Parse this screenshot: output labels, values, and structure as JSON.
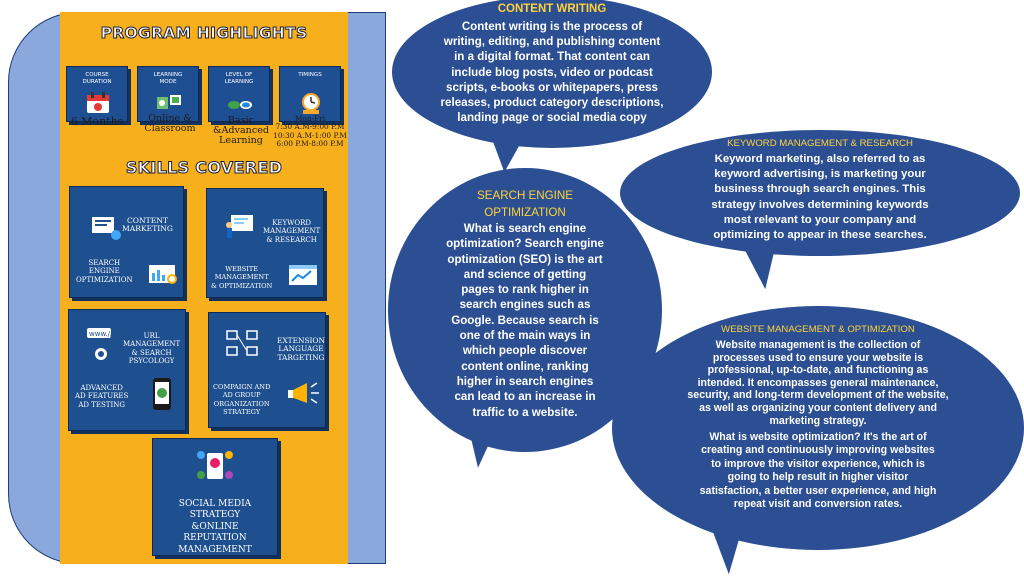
{
  "poster": {
    "program_title": "PROGRAM HIGHLIGHTS",
    "skills_title": "SKILLS COVERED",
    "highlights": [
      {
        "label": "COURSE\nDURATION",
        "value": "6 Months",
        "icon": "calendar-icon"
      },
      {
        "label": "LEARNING\nMODE",
        "value": "Online &\nClassroom",
        "icon": "classroom-icon"
      },
      {
        "label": "LEVEL OF\nLEARNING",
        "value": "Basic\n&Advanced\nLearning",
        "icon": "level-icon"
      },
      {
        "label": "TIMINGS",
        "value": "Mon-Fri\n7:30 A.M-9:00 P.M\n10:30 A.M-1:00 P.M\n6:00 P.M-8:00 P.M",
        "icon": "clock-icon"
      }
    ],
    "skills": [
      {
        "top": "CONTENT\nMARKETING",
        "bottom": "SEARCH\nENGINE\nOPTIMIZATION"
      },
      {
        "top": "KEYWORD\nMANAGEMENT\n& RESEARCH",
        "bottom": "WEBSITE\nMANAGEMENT\n& OPTIMIZATION"
      },
      {
        "top": "URL\nMANAGEMENT\n& SEARCH\nPSYCOLOGY",
        "bottom": "ADVANCED\nAD FEATURES\nAD TESTING"
      },
      {
        "top": "EXTENSION\nLANGUAGE\nTARGETING",
        "bottom": "COMPAIGN AND\nAD GROUP\nORGANIZATION\nSTRATEGY"
      },
      {
        "top": "",
        "bottom": "SOCIAL MEDIA\nSTRATEGY\n&ONLINE\nREPUTATION\nMANAGEMENT"
      }
    ]
  },
  "bubbles": {
    "content_writing": {
      "title": "CONTENT WRITING",
      "text": "Content writing is the process of\nwriting, editing, and publishing content\nin a digital format. That content can\ninclude blog posts, video or podcast\nscripts, e-books or whitepapers, press\nreleases, product category descriptions,\nlanding page or social media copy"
    },
    "keyword": {
      "title": "KEYWORD MANAGEMENT & RESEARCH",
      "text": "Keyword marketing, also referred to as\nkeyword advertising, is marketing your\nbusiness through search engines. This\nstrategy involves determining keywords\nmost relevant to your company and\noptimizing to appear in these searches."
    },
    "seo": {
      "title": "SEARCH ENGINE\nOPTIMIZATION",
      "text": "What is search engine\noptimization? Search engine\noptimization (SEO) is the art\nand science of getting\npages to rank higher in\nsearch engines such as\nGoogle. Because search is\none of the main ways in\nwhich people discover\ncontent online, ranking\nhigher in search engines\ncan lead to an increase in\ntraffic to a website."
    },
    "website": {
      "title": "WEBSITE MANAGEMENT & OPTIMIZATION",
      "text": "Website management is the collection of\nprocesses used to ensure your website is\nprofessional, up-to-date, and functioning as\nintended. It encompasses general maintenance,\nsecurity, and long-term development of the website,\nas well as organizing your content delivery and\nmarketing strategy.",
      "text2": "What is website optimization? It's the art of\ncreating and continuously improving websites\nto improve the visitor experience, which is\ngoing to help result in higher visitor\nsatisfaction, a better user experience, and high\nrepeat visit and conversion rates."
    }
  },
  "colors": {
    "poster": "#f7b01c",
    "box": "#1e4f8f",
    "bubble": "#2b4f92",
    "bubble_title": "#ffd23a",
    "frame": "#8aa8dc"
  }
}
